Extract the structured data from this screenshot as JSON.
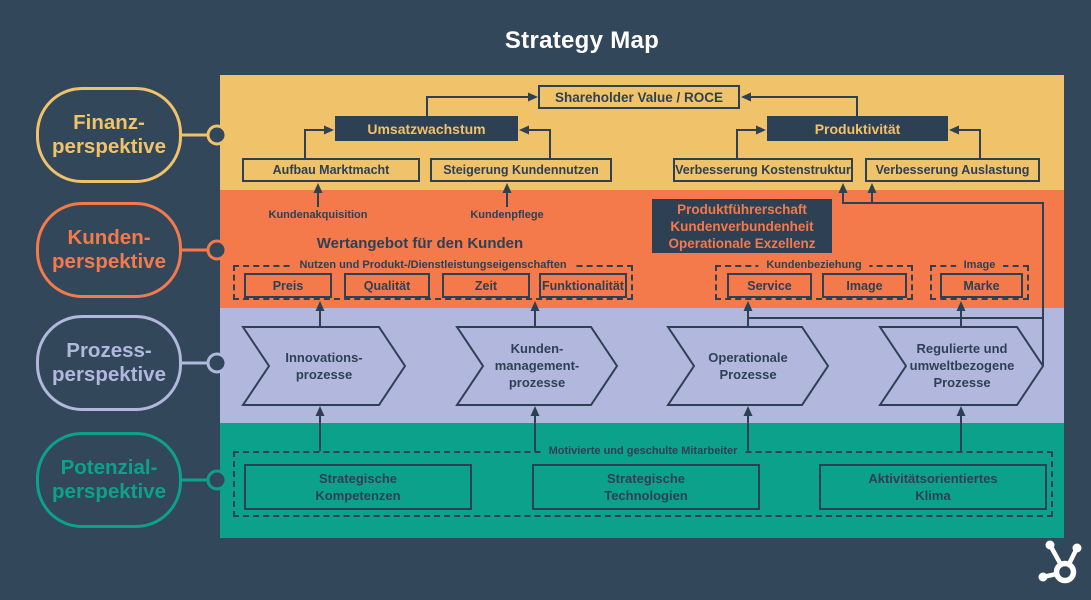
{
  "title": "Strategy Map",
  "perspectives": [
    {
      "line1": "Finanz-",
      "line2": "perspektive",
      "color": "#f0c269"
    },
    {
      "line1": "Kunden-",
      "line2": "perspektive",
      "color": "#f4794b"
    },
    {
      "line1": "Prozess-",
      "line2": "perspektive",
      "color": "#b2b8dd"
    },
    {
      "line1": "Potenzial-",
      "line2": "perspektive",
      "color": "#0ca18a"
    }
  ],
  "finance": {
    "shareholder": "Shareholder Value / ROCE",
    "umsatzwachstum": "Umsatzwachstum",
    "produktivitaet": "Produktivität",
    "aufbau_marktmacht": "Aufbau Marktmacht",
    "steigerung_kundennutzen": "Steigerung Kundennutzen",
    "verbesserung_kostenstruktur": "Verbesserung Kostenstruktur",
    "verbesserung_auslastung": "Verbesserung Auslastung"
  },
  "kunden": {
    "kundenakquisition": "Kundenakquisition",
    "kundenpflege": "Kundenpflege",
    "heading": "Wertangebot für den Kunden",
    "dark_box": {
      "line1": "Produktführerschaft",
      "line2": "Kundenverbundenheit",
      "line3": "Operationale Exzellenz"
    },
    "group_nutzen": {
      "label": "Nutzen und Produkt-/Dienstleistungseigenschaften",
      "items": [
        "Preis",
        "Qualität",
        "Zeit",
        "Funktionalität"
      ]
    },
    "group_kundenbeziehung": {
      "label": "Kundenbeziehung",
      "items": [
        "Service",
        "Image"
      ]
    },
    "group_image": {
      "label": "Image",
      "items": [
        "Marke"
      ]
    }
  },
  "prozess": {
    "chevron1": {
      "line1": "Innovations-",
      "line2": "prozesse"
    },
    "chevron2": {
      "line1": "Kunden-",
      "line2": "management-",
      "line3": "prozesse"
    },
    "chevron3": {
      "line1": "Operationale",
      "line2": "Prozesse"
    },
    "chevron4": {
      "line1": "Regulierte und",
      "line2": "umweltbezogene",
      "line3": "Prozesse"
    }
  },
  "potenzial": {
    "label": "Motivierte und geschulte Mitarbeiter",
    "box1": {
      "line1": "Strategische",
      "line2": "Kompetenzen"
    },
    "box2": {
      "line1": "Strategische",
      "line2": "Technologien"
    },
    "box3": {
      "line1": "Aktivitätsorientiertes",
      "line2": "Klima"
    }
  },
  "logo": {
    "name": "hubspot-sprocket"
  },
  "colors": {
    "background": "#33475b",
    "ink": "#2e4154",
    "yellow_band": "#f0c269",
    "orange_band": "#f4794b",
    "purple_band": "#b2b8dd",
    "teal_band": "#0ca18a",
    "title_text": "#ffffff"
  }
}
